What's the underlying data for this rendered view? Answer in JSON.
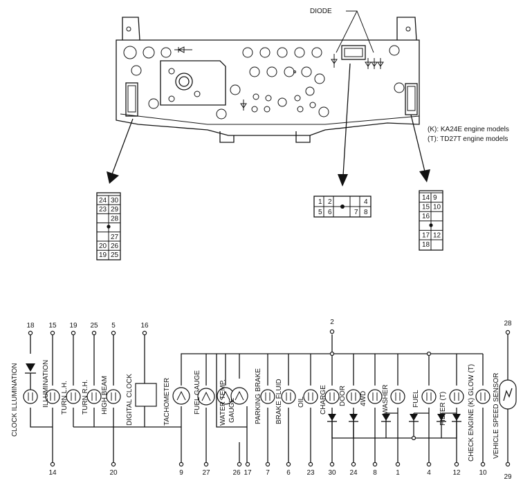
{
  "diode_label": "DIODE",
  "notes": [
    "(K): KA24E engine models",
    "(T): TD27T engine models"
  ],
  "connector_left": {
    "rows": [
      [
        "24",
        "30"
      ],
      [
        "23",
        "29"
      ],
      [
        "",
        "28"
      ],
      [
        "",
        ""
      ],
      [
        "",
        "27"
      ],
      [
        "20",
        "26"
      ],
      [
        "19",
        "25"
      ]
    ]
  },
  "connector_mid": {
    "top": [
      "1",
      "2",
      "",
      "4"
    ],
    "bottom": [
      "5",
      "6",
      "7",
      "8"
    ]
  },
  "connector_right": {
    "rows": [
      [
        "14",
        "9"
      ],
      [
        "15",
        "10"
      ],
      [
        "16",
        ""
      ],
      [
        "",
        ""
      ],
      [
        "17",
        "12"
      ],
      [
        "18",
        ""
      ]
    ]
  },
  "terminals": {
    "t18": "18",
    "t15": "15",
    "t19": "19",
    "t25": "25",
    "t5": "5",
    "t16": "16",
    "t2": "2",
    "t28": "28",
    "b14": "14",
    "b20": "20",
    "b9": "9",
    "b27": "27",
    "b26": "26",
    "b17": "17",
    "b7": "7",
    "b6": "6",
    "b23": "23",
    "b30": "30",
    "b24": "24",
    "b8": "8",
    "b1": "1",
    "b4": "4",
    "b12": "12",
    "b10": "10",
    "b29": "29"
  },
  "components": {
    "clock_illumination": "CLOCK ILLUMINATION",
    "illumination": "ILLUMINATION",
    "turn_lh": "TURN L.H.",
    "turn_rh": "TURN R.H.",
    "high_beam": "HIGH BEAM",
    "digital_clock": "DIGITAL CLOCK",
    "tachometer": "TACHOMETER",
    "fuel_gauge": "FUEL GAUGE",
    "water_temp_1": "WATER TEMP.",
    "water_temp_2": "GAUGE",
    "parking_brake": "PARKING BRAKE",
    "brake_fluid": "BRAKE FLUID",
    "oil": "OIL",
    "charge": "CHARGE",
    "door": "DOOR",
    "fourwd": "4WD",
    "washer": "WASHER",
    "fuel": "FUEL",
    "filter": "FILTER (T)",
    "check_engine": "CHECK ENGINE (K) GLOW (T)",
    "vehicle_speed_sensor": "VEHICLE SPEED SENSOR"
  }
}
